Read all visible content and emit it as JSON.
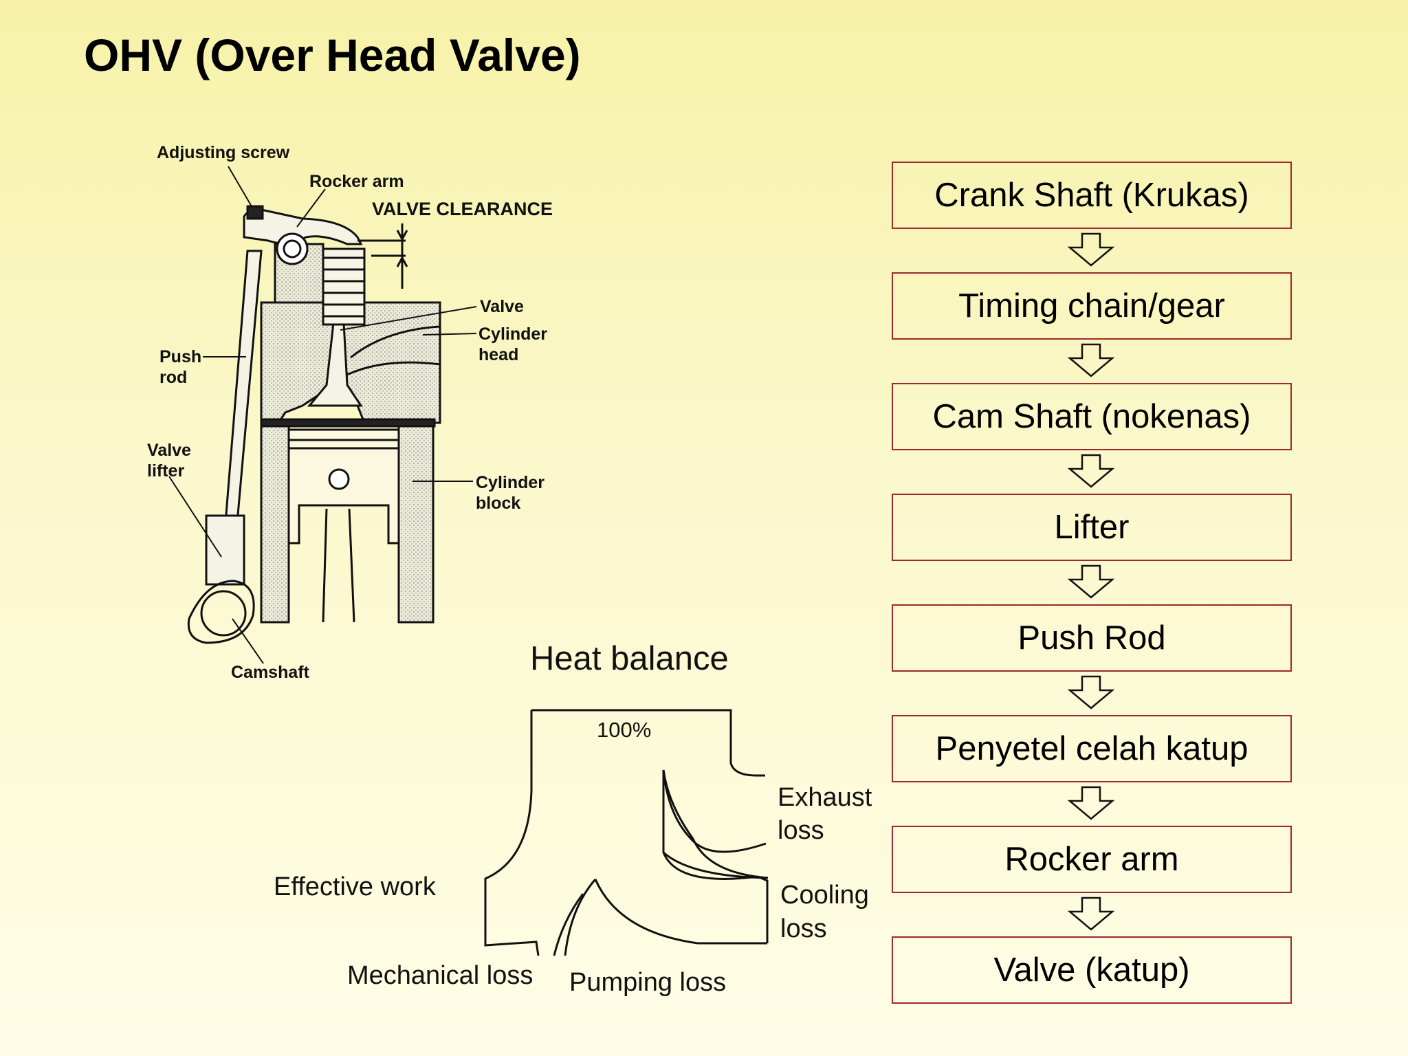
{
  "title": "OHV (Over Head Valve)",
  "engine_diagram": {
    "labels": {
      "adjusting_screw": "Adjusting screw",
      "rocker_arm": "Rocker arm",
      "valve_clearance": "VALVE CLEARANCE",
      "valve": "Valve",
      "cylinder_head_1": "Cylinder",
      "cylinder_head_2": "head",
      "push_rod_1": "Push",
      "push_rod_2": "rod",
      "valve_lifter_1": "Valve",
      "valve_lifter_2": "lifter",
      "cylinder_block_1": "Cylinder",
      "cylinder_block_2": "block",
      "camshaft": "Camshaft"
    }
  },
  "heat_balance": {
    "title": "Heat balance",
    "total": "100%",
    "exhaust_1": "Exhaust",
    "exhaust_2": "loss",
    "cooling_1": "Cooling",
    "cooling_2": "loss",
    "effective_work": "Effective work",
    "mechanical_loss": "Mechanical loss",
    "pumping_loss": "Pumping loss"
  },
  "flow": {
    "steps": [
      "Crank Shaft (Krukas)",
      "Timing chain/gear",
      "Cam Shaft (nokenas)",
      "Lifter",
      "Push Rod",
      "Penyetel celah katup",
      "Rocker arm",
      "Valve (katup)"
    ],
    "box_border_color": "#a0282d"
  }
}
